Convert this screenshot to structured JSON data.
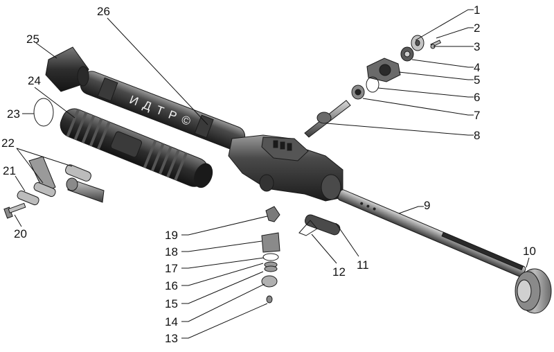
{
  "watermark": "И Д Т Р ©",
  "colors": {
    "ink": "#111111",
    "metal_dark": "#2a2a2a",
    "metal_mid": "#6e6e6e",
    "metal_light": "#c8c8c8"
  },
  "callouts": [
    {
      "id": "1",
      "label": "1"
    },
    {
      "id": "2",
      "label": "2"
    },
    {
      "id": "3",
      "label": "3"
    },
    {
      "id": "4",
      "label": "4"
    },
    {
      "id": "5",
      "label": "5"
    },
    {
      "id": "6",
      "label": "6"
    },
    {
      "id": "7",
      "label": "7"
    },
    {
      "id": "8",
      "label": "8"
    },
    {
      "id": "9",
      "label": "9"
    },
    {
      "id": "10",
      "label": "10"
    },
    {
      "id": "11",
      "label": "11"
    },
    {
      "id": "12",
      "label": "12"
    },
    {
      "id": "13",
      "label": "13"
    },
    {
      "id": "14",
      "label": "14"
    },
    {
      "id": "15",
      "label": "15"
    },
    {
      "id": "16",
      "label": "16"
    },
    {
      "id": "17",
      "label": "17"
    },
    {
      "id": "18",
      "label": "18"
    },
    {
      "id": "19",
      "label": "19"
    },
    {
      "id": "20",
      "label": "20"
    },
    {
      "id": "21",
      "label": "21"
    },
    {
      "id": "22",
      "label": "22"
    },
    {
      "id": "23",
      "label": "23"
    },
    {
      "id": "24",
      "label": "24"
    },
    {
      "id": "25",
      "label": "25"
    },
    {
      "id": "26",
      "label": "26"
    }
  ]
}
